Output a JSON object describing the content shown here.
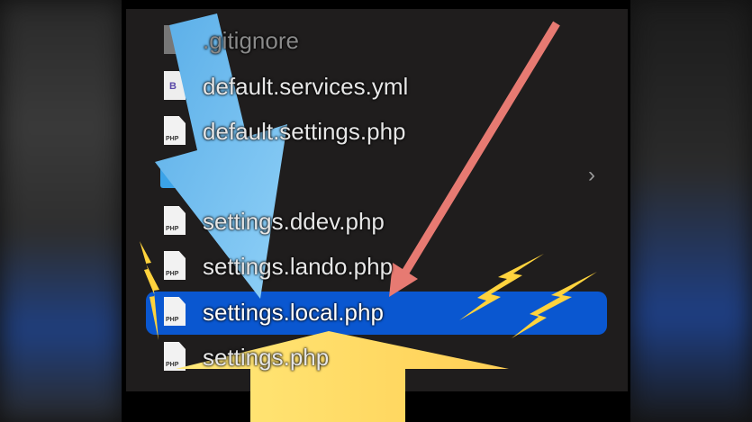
{
  "files": [
    {
      "name": ".gitignore",
      "icon": "generic-file-icon"
    },
    {
      "name": "default.services.yml",
      "icon": "yml-file-icon"
    },
    {
      "name": "default.settings.php",
      "icon": "php-file-icon"
    },
    {
      "name": "",
      "icon": "folder-icon"
    },
    {
      "name": "settings.ddev.php",
      "icon": "php-file-icon"
    },
    {
      "name": "settings.lando.php",
      "icon": "php-file-icon"
    },
    {
      "name": "settings.local.php",
      "icon": "php-file-icon",
      "selected": true
    },
    {
      "name": "settings.php",
      "icon": "php-file-icon"
    }
  ],
  "icon_labels": {
    "php": "PHP",
    "yml": "B"
  },
  "chevron": "›",
  "colors": {
    "selection": "#0a57d0",
    "blue_arrow": "#6cb8ee",
    "red_arrow": "#e77a72",
    "yellow_arrow": "#ffd966"
  }
}
